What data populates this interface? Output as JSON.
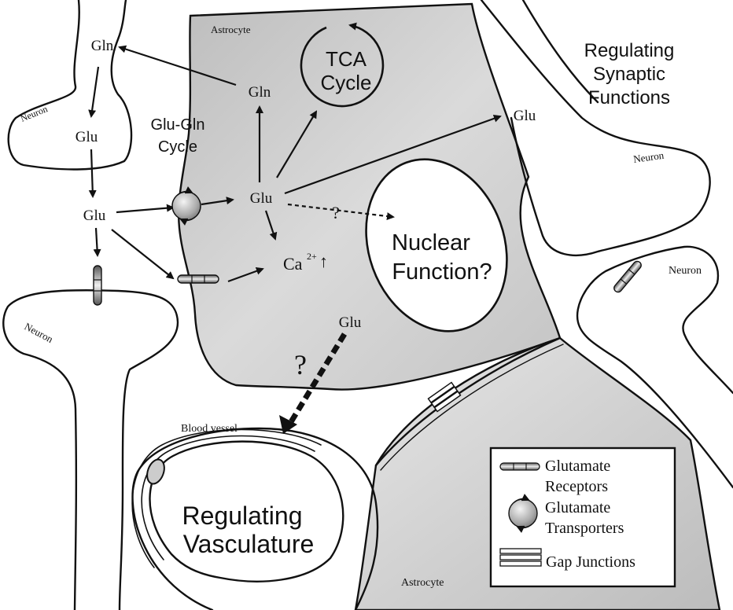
{
  "labels": {
    "astrocyte_top": "Astrocyte",
    "astrocyte_bottom": "Astrocyte",
    "tca_line1": "TCA",
    "tca_line2": "Cycle",
    "regulating_synaptic_1": "Regulating",
    "regulating_synaptic_2": "Synaptic",
    "regulating_synaptic_3": "Functions",
    "neuron_top_left": "Neuron",
    "neuron_left": "Neuron",
    "neuron_top_right": "Neuron",
    "neuron_right": "Neuron",
    "glu_gln_cycle_1": "Glu-Gln",
    "glu_gln_cycle_2": "Cycle",
    "gln_neuron": "Gln",
    "glu_neuron": "Glu",
    "glu_synapse": "Glu",
    "gln_astro": "Gln",
    "glu_astro": "Glu",
    "glu_out": "Glu",
    "glu_lower": "Glu",
    "question_nuclear": "?",
    "question_vessel": "?",
    "ca_base": "Ca",
    "ca_sup": "2+",
    "ca_arrow": "↑",
    "nuclear_1": "Nuclear",
    "nuclear_2": "Function?",
    "blood_vessel": "Blood vessel",
    "vasculature_1": "Regulating",
    "vasculature_2": "Vasculature"
  },
  "legend": {
    "receptors_1": "Glutamate",
    "receptors_2": "Receptors",
    "transporters_1": "Glutamate",
    "transporters_2": "Transporters",
    "gap_junctions": "Gap Junctions"
  },
  "colors": {
    "astrocyte_fill": "#d2d2d2",
    "line": "#111111",
    "background": "#ffffff"
  }
}
